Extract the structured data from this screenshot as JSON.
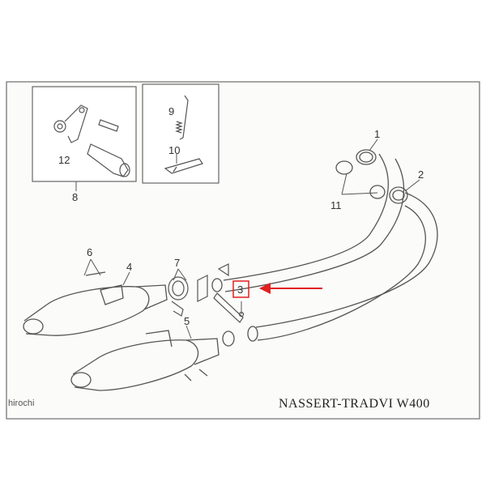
{
  "diagram": {
    "title": "NASSERT-TRADVI W400",
    "watermark": "hirochi",
    "callouts": [
      {
        "id": "1",
        "label": "1"
      },
      {
        "id": "2",
        "label": "2"
      },
      {
        "id": "3",
        "label": "3"
      },
      {
        "id": "4",
        "label": "4"
      },
      {
        "id": "5",
        "label": "5"
      },
      {
        "id": "6",
        "label": "6"
      },
      {
        "id": "7",
        "label": "7"
      },
      {
        "id": "8",
        "label": "8"
      },
      {
        "id": "9",
        "label": "9"
      },
      {
        "id": "10",
        "label": "10"
      },
      {
        "id": "11",
        "label": "11"
      },
      {
        "id": "12",
        "label": "12"
      }
    ],
    "colors": {
      "line": "#555555",
      "frame": "#8a8a8a",
      "highlight": "#e02020",
      "paper": "#fbfbf9"
    }
  }
}
